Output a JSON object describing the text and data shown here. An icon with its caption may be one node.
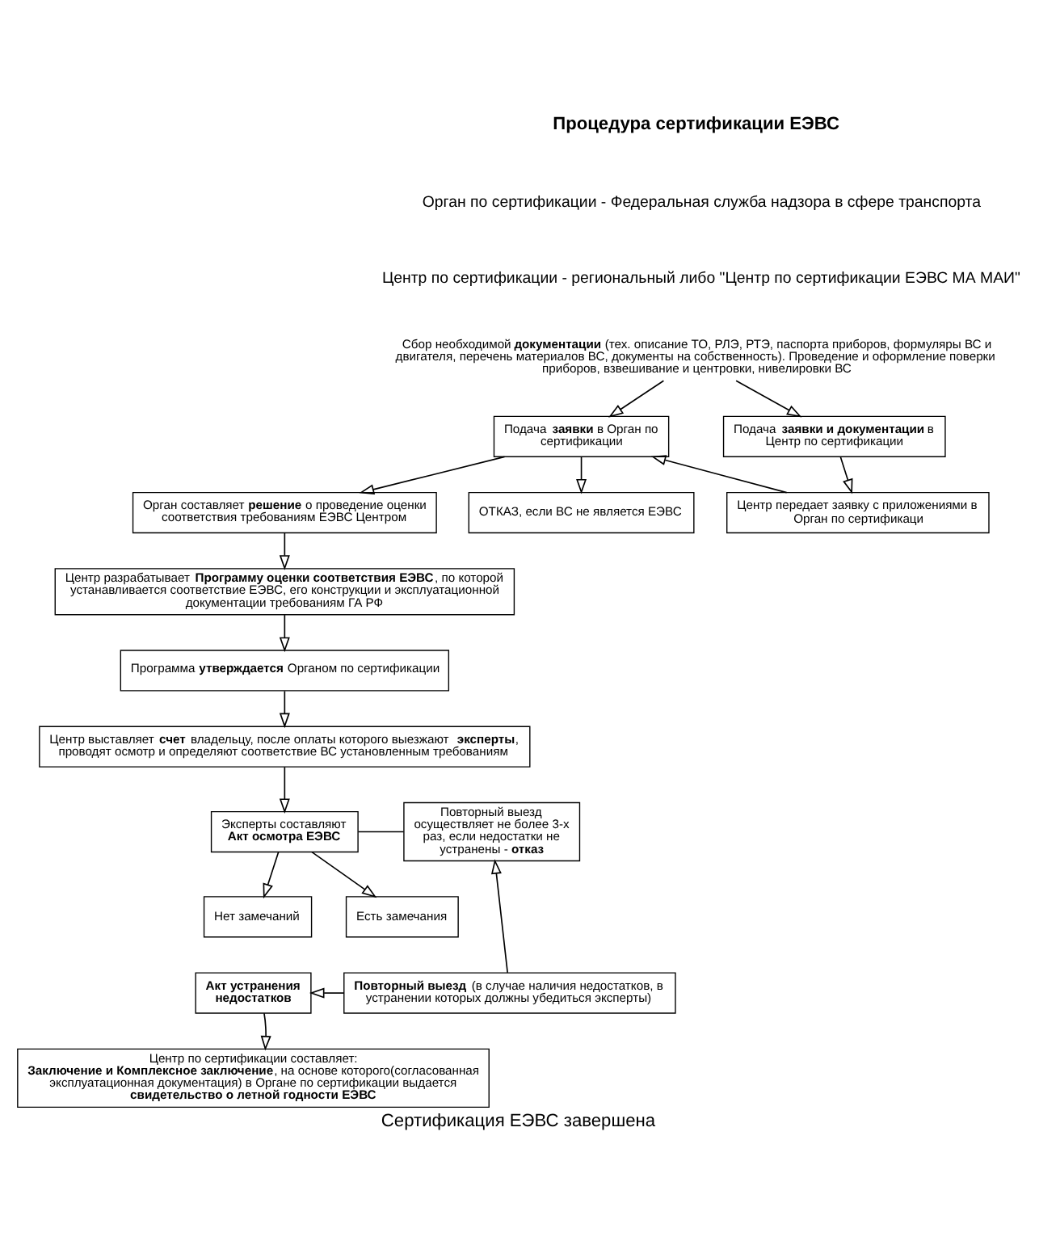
{
  "diagram": {
    "title": "Процедура сертификации ЕЭВС",
    "caption": "Сертификация ЕЭВС завершена",
    "labels": [
      "Орган по сертификации - Федеральная служба надзора в сфере транспорта",
      "Центр по сертификации - региональный либо \"Центр по сертификации ЕЭВС МА МАИ\""
    ],
    "nodes": [
      {
        "text": [
          "Сбор необходимой **документации** (тех. описание ТО, РЛЭ, РТЭ, паспорта приборов, формуляры ВС и двигателя, перечень материалов ВС, документы на собственность). Проведение и оформление поверки приборов, взвешивание и центровки, нивелировки ВС"
        ]
      },
      {
        "text": [
          "Подача **заявки** в Орган по сертификации"
        ]
      },
      {
        "text": [
          "Подача **заявки и документации** в Центр по сертификации"
        ]
      },
      {
        "text": [
          "Центр передает заявку с приложениями в Орган по сертификаци"
        ]
      },
      {
        "text": [
          "Орган составляет **решение** о проведение оценки соответствия требованиям ЕЭВС Центром"
        ]
      },
      {
        "text": [
          "ОТКАЗ, если ВС не является ЕЭВС"
        ]
      },
      {
        "text": [
          "Центр разрабатывает **Программу оценки соответствия ЕЭВС**, по которой устанавливается соответствие ЕЭВС, его конструкции и эксплуатационной документации требованиям ГА РФ"
        ]
      },
      {
        "text": [
          "Программа **утверждается** Органом по сертификации"
        ]
      },
      {
        "text": [
          "Центр выставляет **счет** владельцу, после оплаты которого выезжают **эксперты**, проводят осмотр и определяют соответствие ВС установленным требованиям"
        ]
      },
      {
        "text": [
          "Повторный выезд осуществляет не более 3-х раз, если недостатки не устранены - **отказ**"
        ]
      },
      {
        "text": [
          "Эксперты составляют **Акт осмотра ЕЭВС**"
        ]
      },
      {
        "text": [
          "Нет замечаний"
        ]
      },
      {
        "text": [
          "Есть замечания"
        ]
      },
      {
        "text": [
          "**Акт устранения недостатков**"
        ]
      },
      {
        "text": [
          "**Повторный выезд** (в случае наличия недостатков, в устранении которых должны убедиться эксперты)"
        ]
      },
      {
        "text": [
          "Центр по сертификации составляет:",
          "**Заключение и Комплексное заключение**, на основе которого(согласованная эксплуатационная документация) в Органе по сертификации выдается **свидетельство о летной годности ЕЭВС**"
        ]
      }
    ],
    "edges": [
      {
        "from": 0,
        "to": 1,
        "arrow": "to"
      },
      {
        "from": 0,
        "to": 2,
        "arrow": "to"
      },
      {
        "from": 2,
        "to": 3,
        "arrow": "to"
      },
      {
        "from": 3,
        "to": 1,
        "arrow": "to"
      },
      {
        "from": 1,
        "to": 4,
        "arrow": "to"
      },
      {
        "from": 1,
        "to": 5,
        "arrow": "to"
      },
      {
        "from": 4,
        "to": 6,
        "arrow": "to"
      },
      {
        "from": 6,
        "to": 7,
        "arrow": "to"
      },
      {
        "from": 7,
        "to": 8,
        "arrow": "to"
      },
      {
        "from": 8,
        "to": 10,
        "arrow": "to"
      },
      {
        "from": 9,
        "to": 10,
        "arrow": "none"
      },
      {
        "from": 10,
        "to": 11,
        "arrow": "to"
      },
      {
        "from": 10,
        "to": 12,
        "arrow": "to"
      },
      {
        "from": 14,
        "to": 9,
        "arrow": "to"
      },
      {
        "from": 14,
        "to": 13,
        "arrow": "to"
      },
      {
        "from": 13,
        "to": 15,
        "arrow": "to"
      }
    ]
  }
}
